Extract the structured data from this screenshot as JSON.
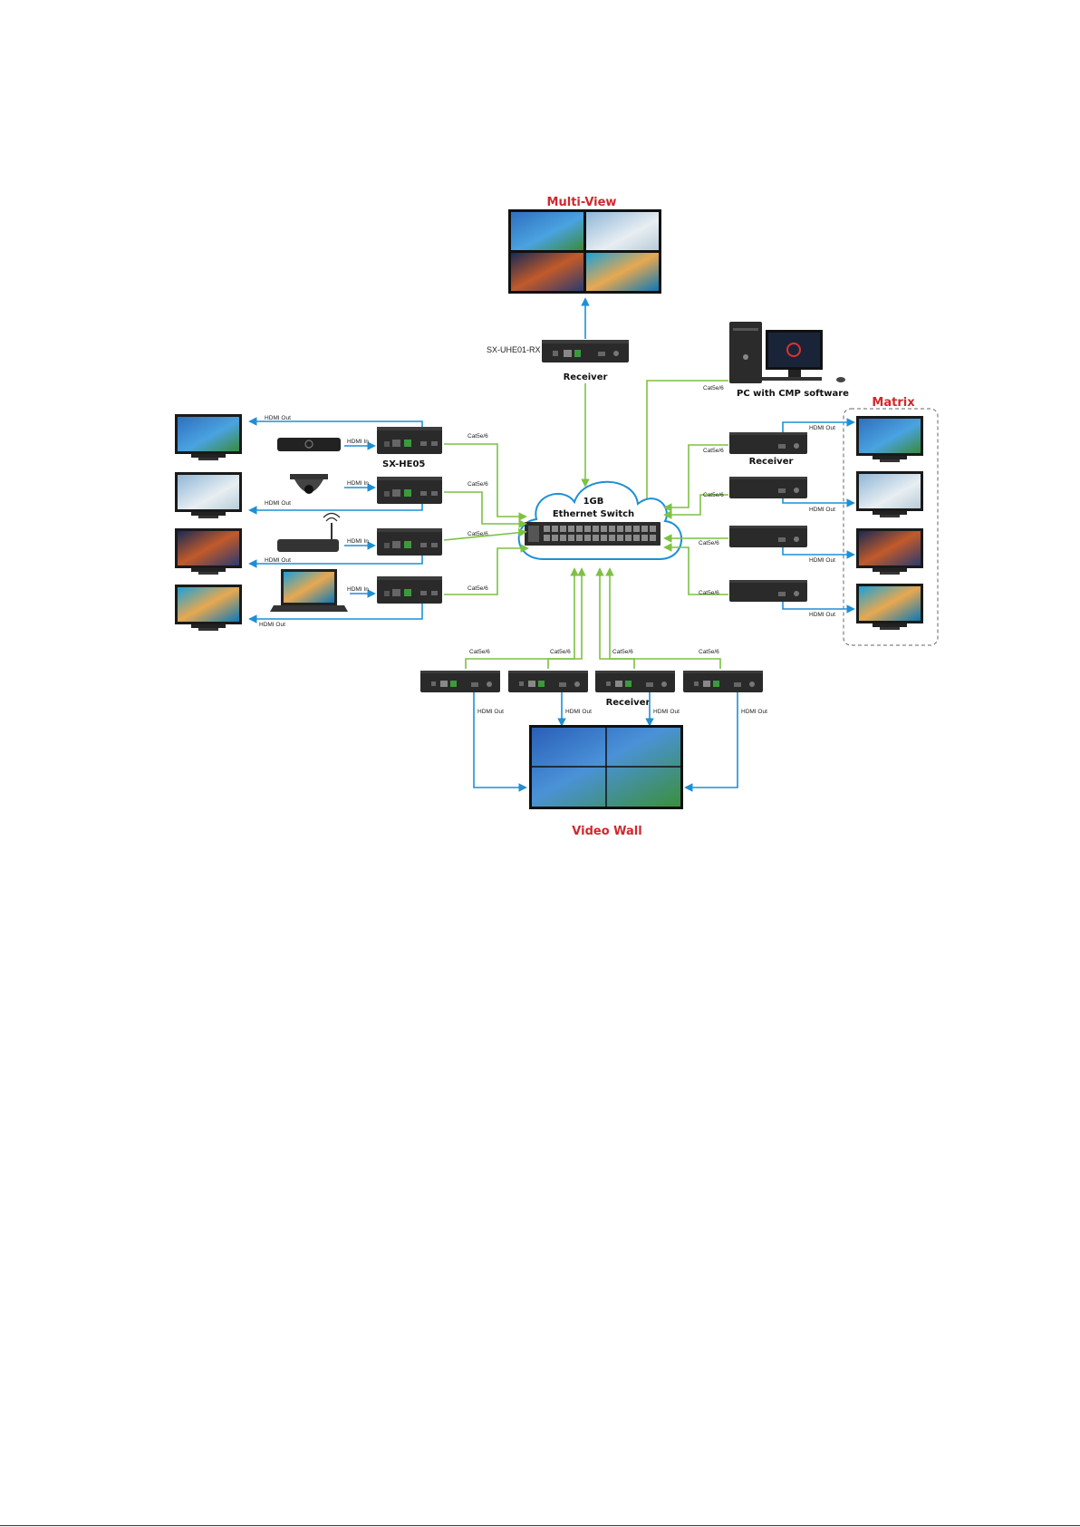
{
  "titles": {
    "multiview": "Multi-View",
    "matrix": "Matrix",
    "videowall": "Video Wall"
  },
  "labels": {
    "receiver": "Receiver",
    "rx_model": "SX-UHE01-RX",
    "tx_model": "SX-HE05",
    "pc": "PC with CMP software",
    "switch_line1": "1GB",
    "switch_line2": "Ethernet Switch",
    "cable": "Cat5e/6",
    "hdmi_out": "HDMI Out",
    "hdmi_in": "HDMI In"
  },
  "colors": {
    "title_red": "#d0282e",
    "cable_green": "#7dc142",
    "hdmi_blue": "#1d8fd6",
    "device_dark": "#2a2a2a"
  },
  "icons": [
    "monitor-icon",
    "blu-ray-player-icon",
    "dome-camera-icon",
    "wifi-router-icon",
    "laptop-icon",
    "desktop-pc-icon",
    "cloud-icon",
    "network-switch-icon",
    "hdmi-extender-icon"
  ]
}
